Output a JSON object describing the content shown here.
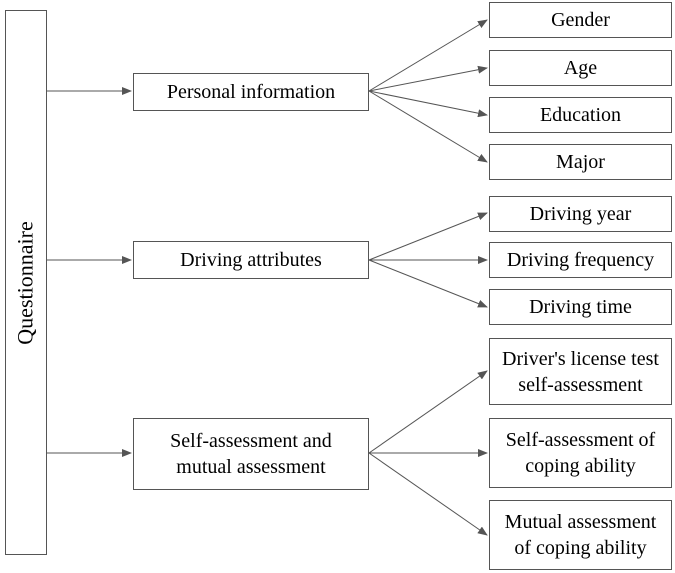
{
  "root": {
    "label": "Questionnaire"
  },
  "categories": [
    {
      "label": "Personal information",
      "items": [
        "Gender",
        "Age",
        "Education",
        "Major"
      ]
    },
    {
      "label": "Driving attributes",
      "items": [
        "Driving year",
        "Driving frequency",
        "Driving time"
      ]
    },
    {
      "label": "Self-assessment and\nmutual assessment",
      "items": [
        "Driver's license test\nself-assessment",
        "Self-assessment of\ncoping ability",
        "Mutual assessment\nof coping ability"
      ]
    }
  ],
  "colors": {
    "line": "#555555",
    "arrow": "#555555",
    "border": "#555555",
    "background": "#ffffff"
  }
}
